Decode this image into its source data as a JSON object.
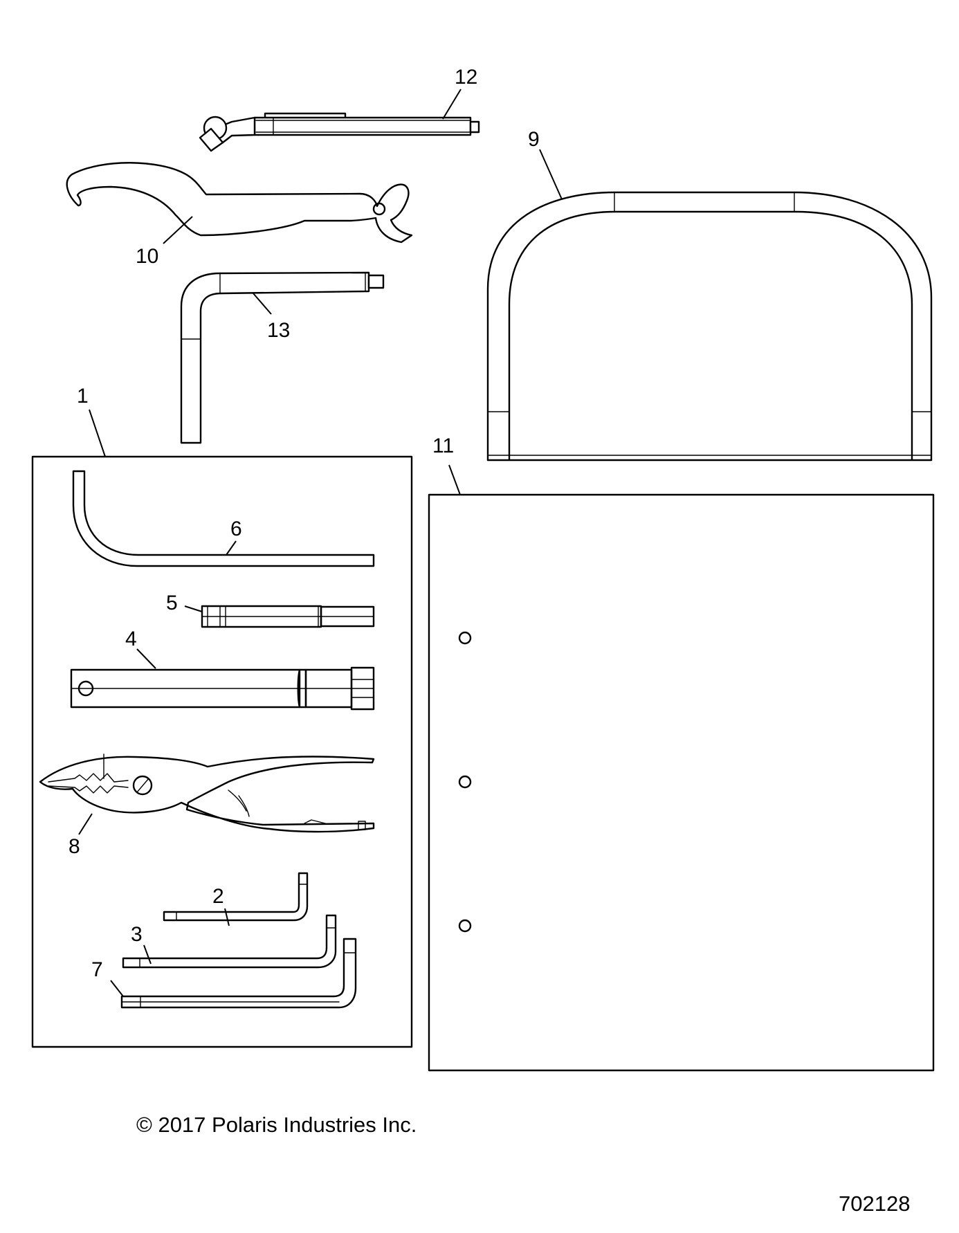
{
  "callouts": {
    "c1": "1",
    "c2": "2",
    "c3": "3",
    "c4": "4",
    "c5": "5",
    "c6": "6",
    "c7": "7",
    "c8": "8",
    "c9": "9",
    "c10": "10",
    "c11": "11",
    "c12": "12",
    "c13": "13"
  },
  "footer": {
    "copyright": "© 2017 Polaris Industries Inc.",
    "document_number": "702128"
  }
}
